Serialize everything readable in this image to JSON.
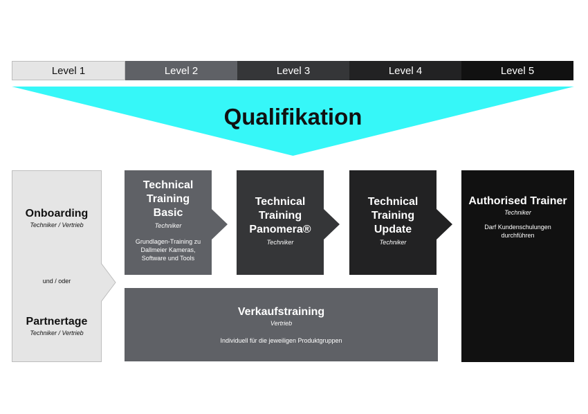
{
  "levels": [
    {
      "label": "Level 1",
      "bg": "#e5e5e5",
      "fg": "#111111"
    },
    {
      "label": "Level 2",
      "bg": "#5f6166",
      "fg": "#ffffff"
    },
    {
      "label": "Level 3",
      "bg": "#353638",
      "fg": "#ffffff"
    },
    {
      "label": "Level 4",
      "bg": "#222223",
      "fg": "#ffffff"
    },
    {
      "label": "Level 5",
      "bg": "#111111",
      "fg": "#ffffff"
    }
  ],
  "funnel": {
    "title": "Qualifikation",
    "color": "#36f7f8"
  },
  "onboarding": {
    "title": "Onboarding",
    "role": "Techniker / Vertrieb",
    "connector": "und / oder",
    "partner_title": "Partnertage",
    "partner_role": "Techniker / Vertrieb"
  },
  "basic": {
    "title": "Technical Training Basic",
    "role": "Techniker",
    "desc": "Grundlagen-Training zu Dallmeier Kameras, Software und Tools"
  },
  "panomera": {
    "title": "Technical Training Panomera®",
    "role": "Techniker"
  },
  "update": {
    "title": "Technical Training Update",
    "role": "Techniker"
  },
  "trainer": {
    "title": "Authorised Trainer",
    "role": "Techniker",
    "desc": "Darf Kundenschulungen durchführen"
  },
  "sales": {
    "title": "Verkaufstraining",
    "role": "Vertrieb",
    "desc": "Individuell für die jeweiligen Produktgruppen"
  }
}
